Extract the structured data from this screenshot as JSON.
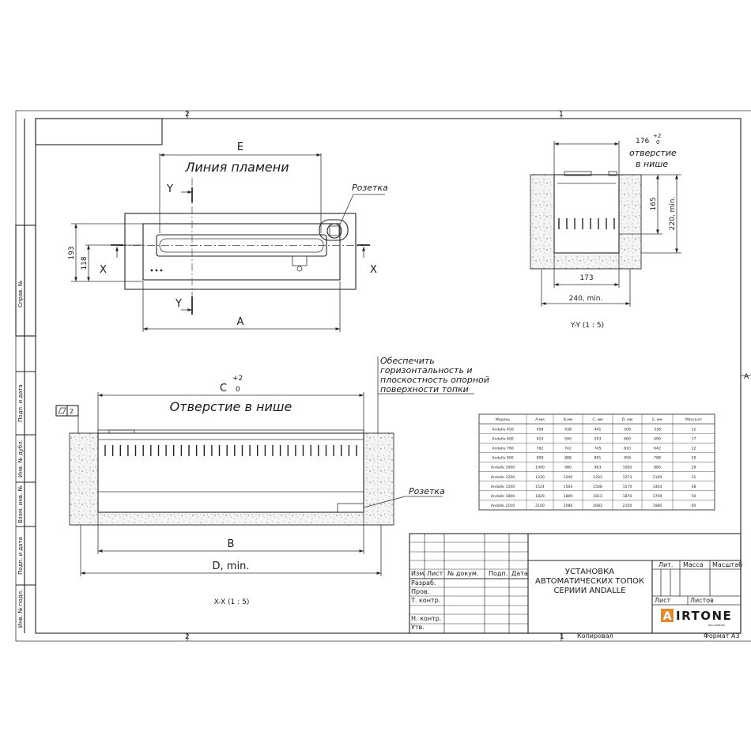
{
  "frame": {
    "zone_top_left": "2",
    "zone_top_right": "1",
    "zone_bottom_left": "2",
    "zone_bottom_right": "1",
    "zone_right": "A",
    "side_strip_labels": [
      "Справ. №",
      "Подп. и дата",
      "Инв. № дубл.",
      "Взам. инв. №",
      "Подп. и дата",
      "Инв. № подл."
    ]
  },
  "front_view": {
    "dim_E": "E",
    "flame_line_label": "Линия пламени",
    "socket_label": "Розетка",
    "dim_193": "193",
    "dim_118": "118",
    "dim_A": "A",
    "section_Y": "Y",
    "section_X": "X"
  },
  "section_yy": {
    "dim_176": "176",
    "tol_plus": "+2",
    "tol_zero": "0",
    "opening_label_1": "отверстие",
    "opening_label_2": "в нише",
    "dim_165": "165",
    "dim_220": "220, min.",
    "dim_173": "173",
    "dim_240": "240, min.",
    "caption": "Y-Y (1 : 5)"
  },
  "section_xx": {
    "dim_C": "C",
    "tol_plus": "+2",
    "tol_zero": "0",
    "opening_label": "Отверстие в нише",
    "flatness_symbol_value": "2",
    "note_1": "Обеспечить",
    "note_2": "горизонтальность и",
    "note_3": "плоскостность опорной",
    "note_4": "поверхности топки",
    "socket_label": "Розетка",
    "dim_B": "B",
    "dim_D": "D, min.",
    "caption": "X-X (1 : 5)"
  },
  "size_table": {
    "headers": [
      "Модель",
      "A,мм",
      "B,мм",
      "C, мм",
      "D, мм",
      "E, мм",
      "Масса,кг"
    ],
    "rows": [
      [
        "Andalle 450",
        "458",
        "438",
        "441",
        "508",
        "338",
        "12"
      ],
      [
        "Andalle 600",
        "610",
        "590",
        "593",
        "660",
        "490",
        "17"
      ],
      [
        "Andalle 760",
        "762",
        "742",
        "745",
        "810",
        "642",
        "22"
      ],
      [
        "Andalle 900",
        "908",
        "888",
        "891",
        "958",
        "788",
        "29"
      ],
      [
        "Andalle 1000",
        "1000",
        "980",
        "983",
        "1050",
        "880",
        "29"
      ],
      [
        "Andalle 1200",
        "1220",
        "1200",
        "1203",
        "1273",
        "1100",
        "31"
      ],
      [
        "Andalle 1500",
        "1524",
        "1504",
        "1508",
        "1570",
        "1404",
        "48"
      ],
      [
        "Andalle 1800",
        "1829",
        "1809",
        "1813",
        "1870",
        "1709",
        "50"
      ],
      [
        "Andalle 2100",
        "2100",
        "2080",
        "2083",
        "2150",
        "1980",
        "60"
      ]
    ]
  },
  "title_block": {
    "col_izm": "Изм.",
    "col_list": "Лист",
    "col_doc": "№ докум.",
    "col_podp": "Подп.",
    "col_data": "Дата",
    "row_razrab": "Разраб.",
    "row_prov": "Пров.",
    "row_tkontr": "Т. контр.",
    "row_nkontr": "Н. контр.",
    "row_utv": "Утв.",
    "title_1": "УСТАНОВКА",
    "title_2": "АВТОМАТИЧЕСКИХ ТОПОК",
    "title_3": "СЕРИИИ ANDALLE",
    "lit": "Лит.",
    "massa": "Масса",
    "masshtab": "Масштаб",
    "list": "Лист",
    "listov": "Листов",
    "logo_letter": "A",
    "logo_rest": "IRTONE",
    "logo_sub": "fire creation"
  },
  "footer": {
    "copied": "Копировал",
    "format": "Формат A3"
  }
}
